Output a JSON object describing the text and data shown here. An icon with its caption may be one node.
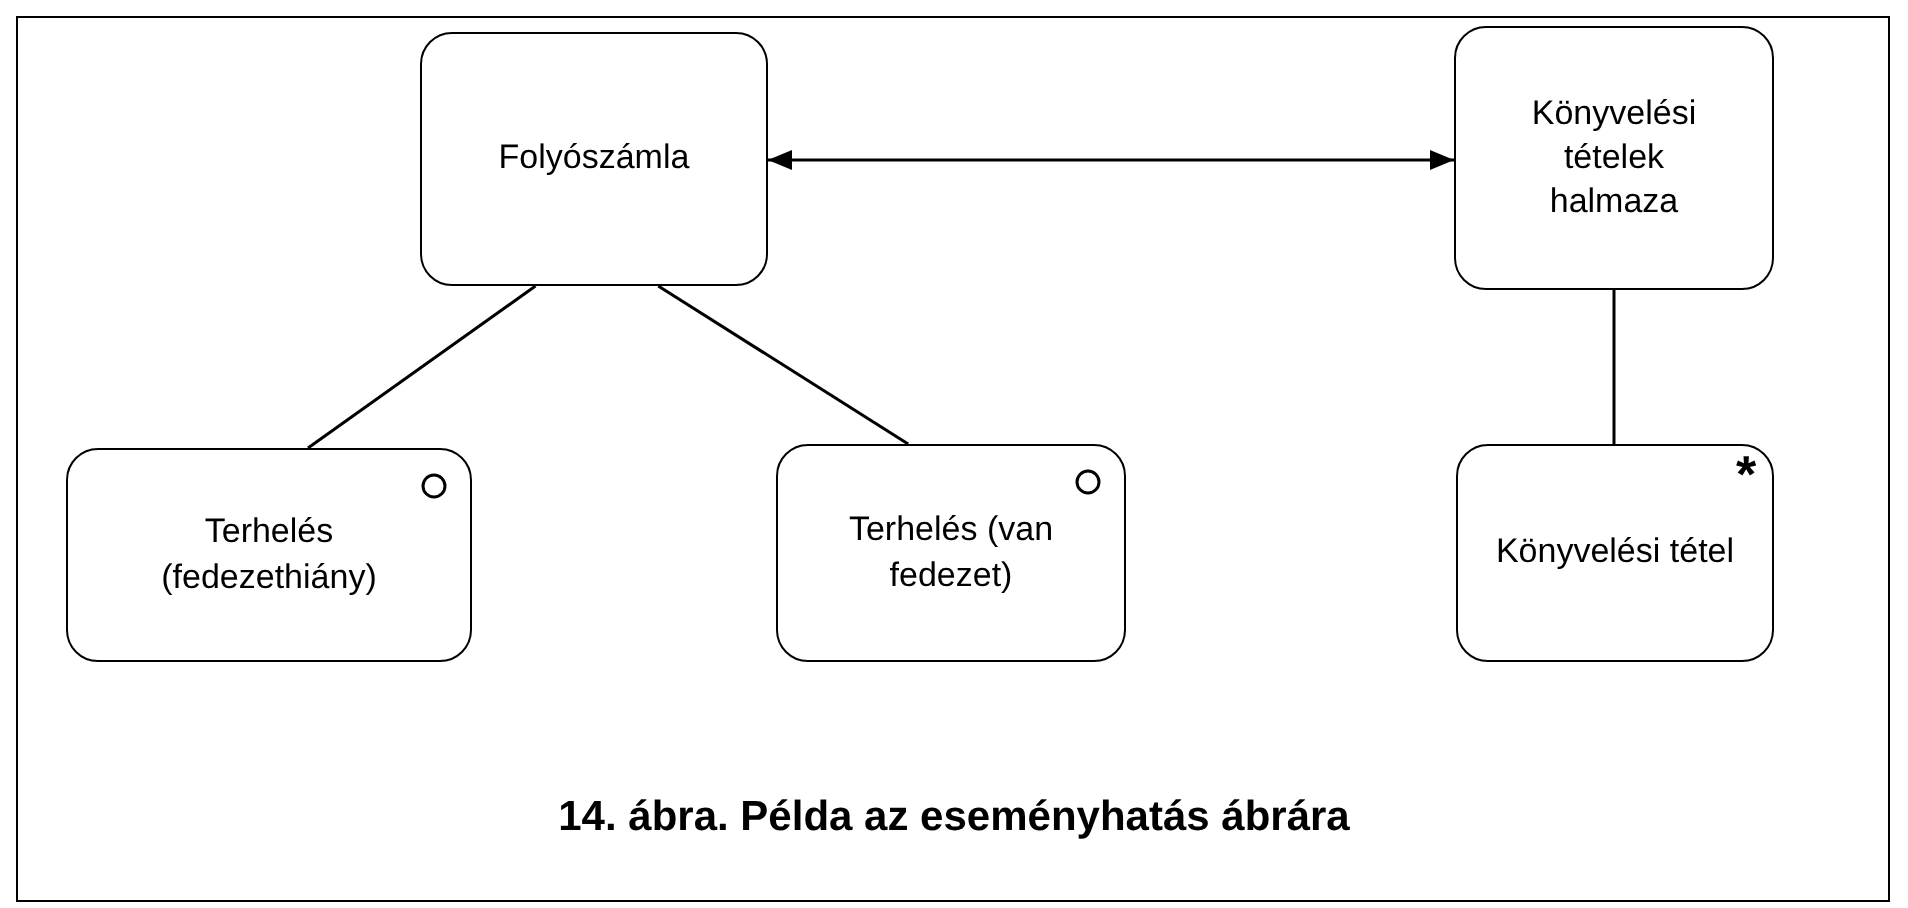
{
  "diagram": {
    "caption": "14. ábra. Példa az eseményhatás ábrára",
    "nodes": [
      {
        "text": [
          "Folyószámla"
        ]
      },
      {
        "text": [
          "Könyvelési tételek halmaza"
        ]
      },
      {
        "text": [
          "Terhelés (fedezethiány)"
        ]
      },
      {
        "text": [
          "Terhelés (van fedezet)"
        ]
      },
      {
        "text": [
          "Könyvelési tétel"
        ]
      }
    ],
    "edges": [
      {
        "from": 0,
        "to": 1,
        "arrow": "both"
      },
      {
        "from": 0,
        "to": 2,
        "arrow": "none"
      },
      {
        "from": 0,
        "to": 3,
        "arrow": "none"
      },
      {
        "from": 1,
        "to": 4,
        "arrow": "none"
      }
    ],
    "labels": [
      "*"
    ]
  }
}
